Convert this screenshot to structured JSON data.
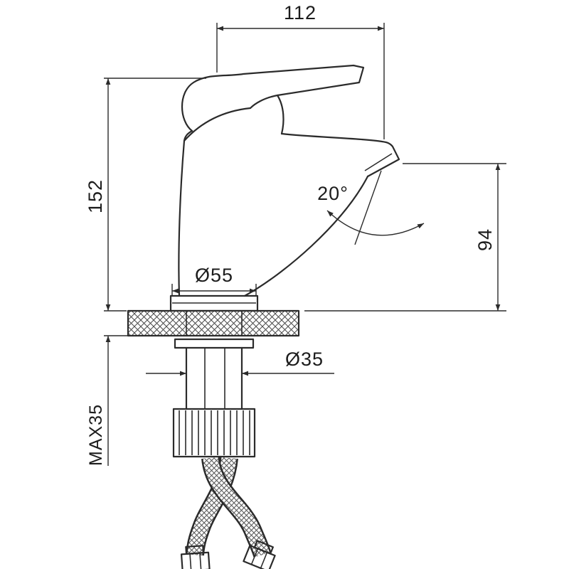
{
  "meta": {
    "background": "#ffffff",
    "line_color": "#2b2b2b",
    "subject": "single-lever basin faucet technical dimension drawing"
  },
  "labels": {
    "dim_width_top": "112",
    "dim_height_total": "152",
    "dim_height_spout": "94",
    "dim_angle": "20°",
    "dim_base_diameter": "Ø55",
    "dim_hole_diameter": "Ø35",
    "dim_max_thickness": "MAX35"
  }
}
